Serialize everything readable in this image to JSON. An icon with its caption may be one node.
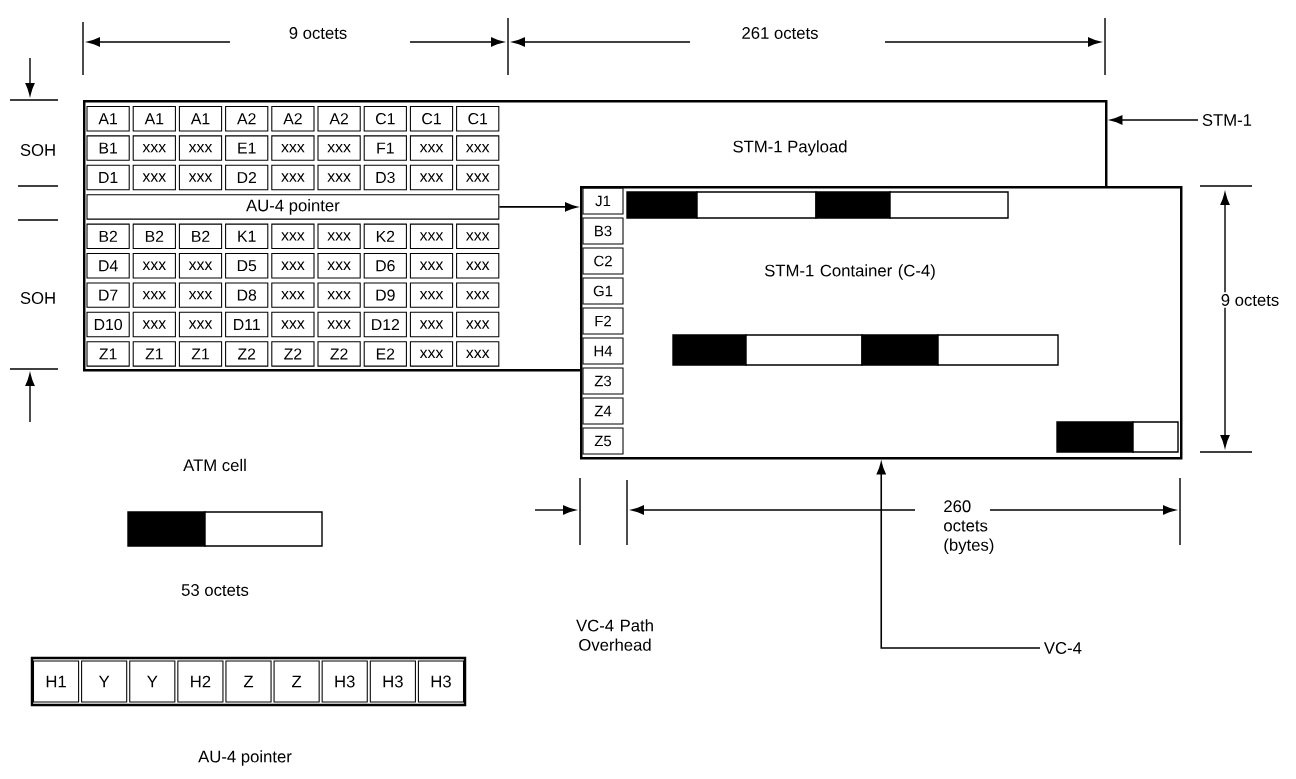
{
  "diagram": {
    "nodes": [
      {
        "text": [
          "STM-1 Payload"
        ]
      },
      {
        "text": [
          "STM-1"
        ]
      },
      {
        "text": [
          "AU-4 pointer"
        ],
        "in": 0
      },
      {
        "text": [
          "STM-1 Container (C-4)"
        ]
      },
      {
        "text": [
          "VC-4"
        ]
      }
    ],
    "edges": [
      {
        "from": 1,
        "to": 0,
        "arrow": "to"
      },
      {
        "from": 2,
        "to": 3,
        "arrow": "to"
      },
      {
        "from": 4,
        "to": 3,
        "arrow": "to"
      }
    ],
    "labels": [
      "9 octets",
      "261 octets",
      "SOH",
      "SOH",
      "A1",
      "A1",
      "A1",
      "A2",
      "A2",
      "A2",
      "C1",
      "C1",
      "C1",
      "B1",
      "xxx",
      "xxx",
      "E1",
      "xxx",
      "xxx",
      "F1",
      "xxx",
      "xxx",
      "D1",
      "xxx",
      "xxx",
      "D2",
      "xxx",
      "xxx",
      "D3",
      "xxx",
      "xxx",
      "B2",
      "B2",
      "B2",
      "K1",
      "xxx",
      "xxx",
      "K2",
      "xxx",
      "xxx",
      "D4",
      "xxx",
      "xxx",
      "D5",
      "xxx",
      "xxx",
      "D6",
      "xxx",
      "xxx",
      "D7",
      "xxx",
      "xxx",
      "D8",
      "xxx",
      "xxx",
      "D9",
      "xxx",
      "xxx",
      "D10",
      "xxx",
      "xxx",
      "D11",
      "xxx",
      "xxx",
      "D12",
      "xxx",
      "xxx",
      "Z1",
      "Z1",
      "Z1",
      "Z2",
      "Z2",
      "Z2",
      "E2",
      "xxx",
      "xxx",
      "J1",
      "B3",
      "C2",
      "G1",
      "F2",
      "H4",
      "Z3",
      "Z4",
      "Z5",
      "9 octets",
      "ATM cell",
      "260 octets (bytes)",
      "53 octets",
      "VC-4 Path Overhead",
      "H1",
      "Y",
      "Y",
      "H2",
      "Z",
      "Z",
      "H3",
      "H3",
      "H3",
      "AU-4 pointer"
    ]
  }
}
